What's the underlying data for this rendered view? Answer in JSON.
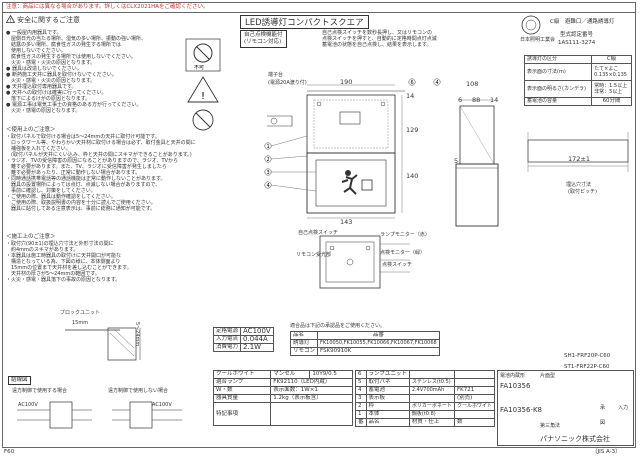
{
  "header": {
    "notice": "注意：商品には異なる場合があります。詳しくはCLX2021HAをご確認ください。",
    "safety_title": "安全に関するご注意",
    "title_badge": "LED誘導灯コンパクトスクエア",
    "logo_text": "日本照明工業会",
    "product_type": "C級　避難口／通路誘導灯",
    "cert_label": "型式認定番号",
    "cert_number": "1AS111-3274"
  },
  "left": {
    "warnings": [
      "● 一般屋内用器具です。",
      "　屋側日光の当たる場所、湿気の多い場所、振動の強い場所、",
      "　結露の多い場所、腐食性ガスの発生する場所では",
      "　使用しないでください。",
      "　腐食性ガスの発生する場所では使用しないでください。",
      "　火災・感電・火災の原因となります。",
      "● 器具は改造しないでください。",
      "● 断熱施工天井に器具を取付けないでください。",
      "　火災・感電・火災の原因となります。",
      "● 天井埋込取付専用器具です。",
      "● 天井への取付けは確実に行ってください。",
      "　落下によるけがの原因となります。",
      "● 電源工事は電気工事士の資格のある方が行ってください。",
      "　火災・感電の原因となります。"
    ],
    "usage_title": "＜使用上のご注意＞",
    "usage": [
      "・取付パネルで取付ける場合は5〜24mmの天井に取付け可能です。",
      "　ロックワール等、やわらかい天井材に取付ける場合は必ず、取付金具と天井の間に",
      "　補強板を入れてください。",
      "　(取付パネルが天井にくい込み、枠と天井の間にスキマができることがあります。)",
      "・ラジオ、TVの受信障害の原因になることがありますので、ラジオ、TVから",
      "　離す必要があります。また、TV、ラジオに受信障害が発生しましたら",
      "　離す必要があったり、正常に動作しない場合があります。",
      "・同時通話携帯電話等の通話機能は正常に動作しないことがあります。",
      "　器具の設置場所によっては点灯、点滅しない場合がありますので、",
      "　事前に確認し、対策をしてください。",
      "・ご使用の際、器具は動作確認をしてください。",
      "　ご使用の際、取扱説明書の内容を十分に読んでご使用ください。",
      "　器具に貼付してある注意表示は、事前に総務に通知が可能です。"
    ],
    "install_title": "＜施工上のご注意＞",
    "install": [
      "・取付穴(90±1)の埋込穴寸法と外形寸法の間に",
      "　約4mmのスキマがあります。",
      "・本器具は施工時器具の取付けに天井開口が可能な",
      "　構造となっている為、下図の様に、本体側面より",
      "　15mmの位置まで天井材を差し込むことができます。",
      "　天井材の厚さが5〜24mmの範囲です。",
      "・火災・感電・器具落下の事故の原因となります。"
    ],
    "block_label": "ブロックユニット",
    "block_dim": "15mm",
    "block_dim2": "5〜24mm",
    "wiring_title": "結線図",
    "wiring_label1": "遠方制御で使用する場合",
    "wiring_label2": "遠方制御で使用しない場合",
    "ac": "AC100V"
  },
  "center": {
    "callout_title": "自己点検機能付",
    "callout_sub": "(リモコン対応)",
    "callout_text": [
      "自己点検スイッチを数秒長押し、又はリモコンの",
      "点検スイッチを押すと、自動的に定格時間点灯点滅",
      "蓄電池の状態を自己点検し、結果を表示します。"
    ],
    "terminal_label": "端子台",
    "terminal_sub": "(電源20A渡り付)",
    "dim_190": "190",
    "dim_14": "14",
    "dim_129": "129",
    "dim_140": "140",
    "dim_143": "143",
    "dim_5": "5",
    "dim_108": "108",
    "dim_6": "6",
    "dim_88": "88",
    "dim_14b": "14",
    "labels": {
      "self_check": "自己点検スイッチ",
      "remote": "リモコン受光部",
      "monitor": "ランプモニター（赤）",
      "check_monitor": "点検モニター（緑）",
      "check_switch": "点検スイッチ"
    }
  },
  "right_table": {
    "rows": [
      [
        "誘導灯の区分",
        "C級"
      ],
      [
        "表示面の寸法(m)",
        "たて×よこ\n0.135×0.135"
      ],
      [
        "表示面の明るさ(カンデラ)",
        "常時：1.5以上\n非常：5以上"
      ],
      [
        "蓄電池の容量",
        "60分間"
      ]
    ],
    "dim_172": "172±1",
    "cut_label": "埋込穴寸法",
    "cut_sub": "(取付ピッチ)"
  },
  "tables": {
    "rating_title": "定格電源",
    "rating": [
      [
        "定格電源",
        "AC100V"
      ],
      [
        "入力電流",
        "0.044A"
      ],
      [
        "消費電力",
        "2.1W"
      ]
    ],
    "remote_title": "適合品は下記の承認品をご使用ください。",
    "remote_head": [
      "品名",
      "品番"
    ],
    "remote": [
      [
        "誘導灯",
        "FK10050,FK10055,FK10066,FK10067,FK10068"
      ],
      [
        "リモコン",
        "FSK90910K"
      ]
    ],
    "model1": "SH1-FRF20P-C60",
    "model2": "ST1-FRF22P-C60",
    "spec": [
      [
        "クールホワイト",
        "マンセル",
        "10Y9/0.5"
      ],
      [
        "適合ランプ",
        "FK92110（LED内蔵）",
        ""
      ],
      [
        "W・数",
        "表示面数：1W×1",
        ""
      ],
      [
        "器具質量",
        "1.2kg（表示板含）",
        ""
      ],
      [
        "特記事項",
        "",
        ""
      ]
    ],
    "parts": [
      [
        "6",
        "ランプユニット",
        "",
        "",
        ""
      ],
      [
        "5",
        "取付バネ",
        "ステンレス(t0.5)",
        "",
        ""
      ],
      [
        "4",
        "蓄電池",
        "2.4V700mAh",
        "FK721",
        ""
      ],
      [
        "3",
        "表示板",
        "",
        "(別売)",
        ""
      ],
      [
        "2",
        "枠",
        "ポリカーボネート",
        "クールホワイト",
        ""
      ],
      [
        "1",
        "本体",
        "鋼板(t0.8)",
        "",
        ""
      ]
    ],
    "parts_head": [
      "番",
      "品名",
      "材質・仕上",
      "数",
      "備考"
    ],
    "battery_label": "電池内蔵形",
    "battery_sub": "片面型",
    "model_a": "FA10356",
    "model_b": "FA10356-K8",
    "company": "パナソニック株式会社",
    "stamp1": "承",
    "stamp2": "入力",
    "stamp3": "第三角法",
    "stamp4": "図"
  },
  "footer": {
    "page": "F60",
    "std": "（JIS A-3）"
  }
}
